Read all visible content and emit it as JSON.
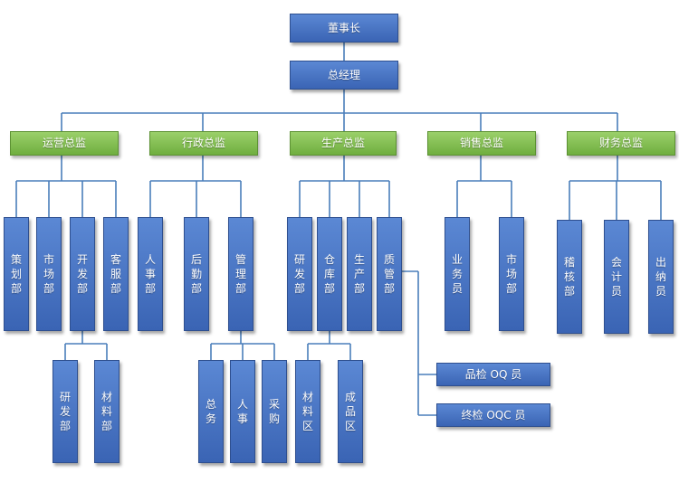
{
  "nodes": {
    "chairman": "董事长",
    "gm": "总经理",
    "ops": "运营总监",
    "admin": "行政总监",
    "prod": "生产总监",
    "sales": "销售总监",
    "fin": "财务总监",
    "planning": "策划部",
    "market": "市场部",
    "dev": "开发部",
    "service": "客服部",
    "hr": "人事部",
    "logistics": "后勤部",
    "management": "管理部",
    "research": "研发部",
    "warehouse": "仓库部",
    "production": "生产部",
    "quality": "质管部",
    "salesperson": "业务员",
    "sales_market": "市场部",
    "audit": "稽核部",
    "accountant": "会计员",
    "cashier": "出纳员",
    "dev_rd": "研发部",
    "dev_material": "材料部",
    "mgmt_general": "总务",
    "mgmt_hr": "人事",
    "mgmt_purchase": "采购",
    "wh_material": "材料区",
    "wh_finished": "成品区",
    "oq": "品检 OQ 员",
    "oqc": "终检 OQC 员"
  },
  "colors": {
    "box_blue": "#4472c4",
    "box_green": "#7ab648",
    "connector": "#4a7ebb"
  }
}
